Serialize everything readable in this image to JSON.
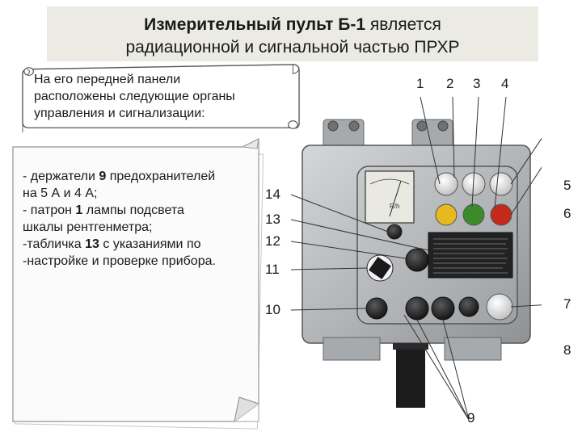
{
  "slide": {
    "title_bold": "Измерительный пульт Б-1",
    "title_rest": " является",
    "title_line2": "радиационной и сигнальной частью ПРХР"
  },
  "scroll": {
    "line1": "На его передней панели",
    "line2": "расположены следующие органы",
    "line3": "управления и сигнализации:"
  },
  "notes": {
    "item1_pre": "- держатели ",
    "item1_num": "9",
    "item1_post": " предохранителей",
    "item1_line2": "на 5 А и 4 А;",
    "item2_pre": "- патрон ",
    "item2_num": "1",
    "item2_post": " лампы подсвета",
    "item2_line2": "шкалы рентгенметра;",
    "item3_pre": "-табличка ",
    "item3_num": "13",
    "item3_post": " с указаниями по",
    "item3_line2": "-настройке и проверке прибора."
  },
  "callouts": {
    "n1": "1",
    "n2": "2",
    "n3": "3",
    "n4": "4",
    "n5": "5",
    "n6": "6",
    "n7": "7",
    "n8": "8",
    "n9": "9",
    "n10": "10",
    "n11": "11",
    "n12": "12",
    "n13": "13",
    "n14": "14"
  },
  "meter": {
    "scale_label": "R/h"
  },
  "colors": {
    "title_bg": "#ebebe3",
    "device_body": "#b9bcbe",
    "lamp_yellow": "#e8b820",
    "lamp_green": "#3d8a2a",
    "lamp_red": "#c42a1c"
  }
}
